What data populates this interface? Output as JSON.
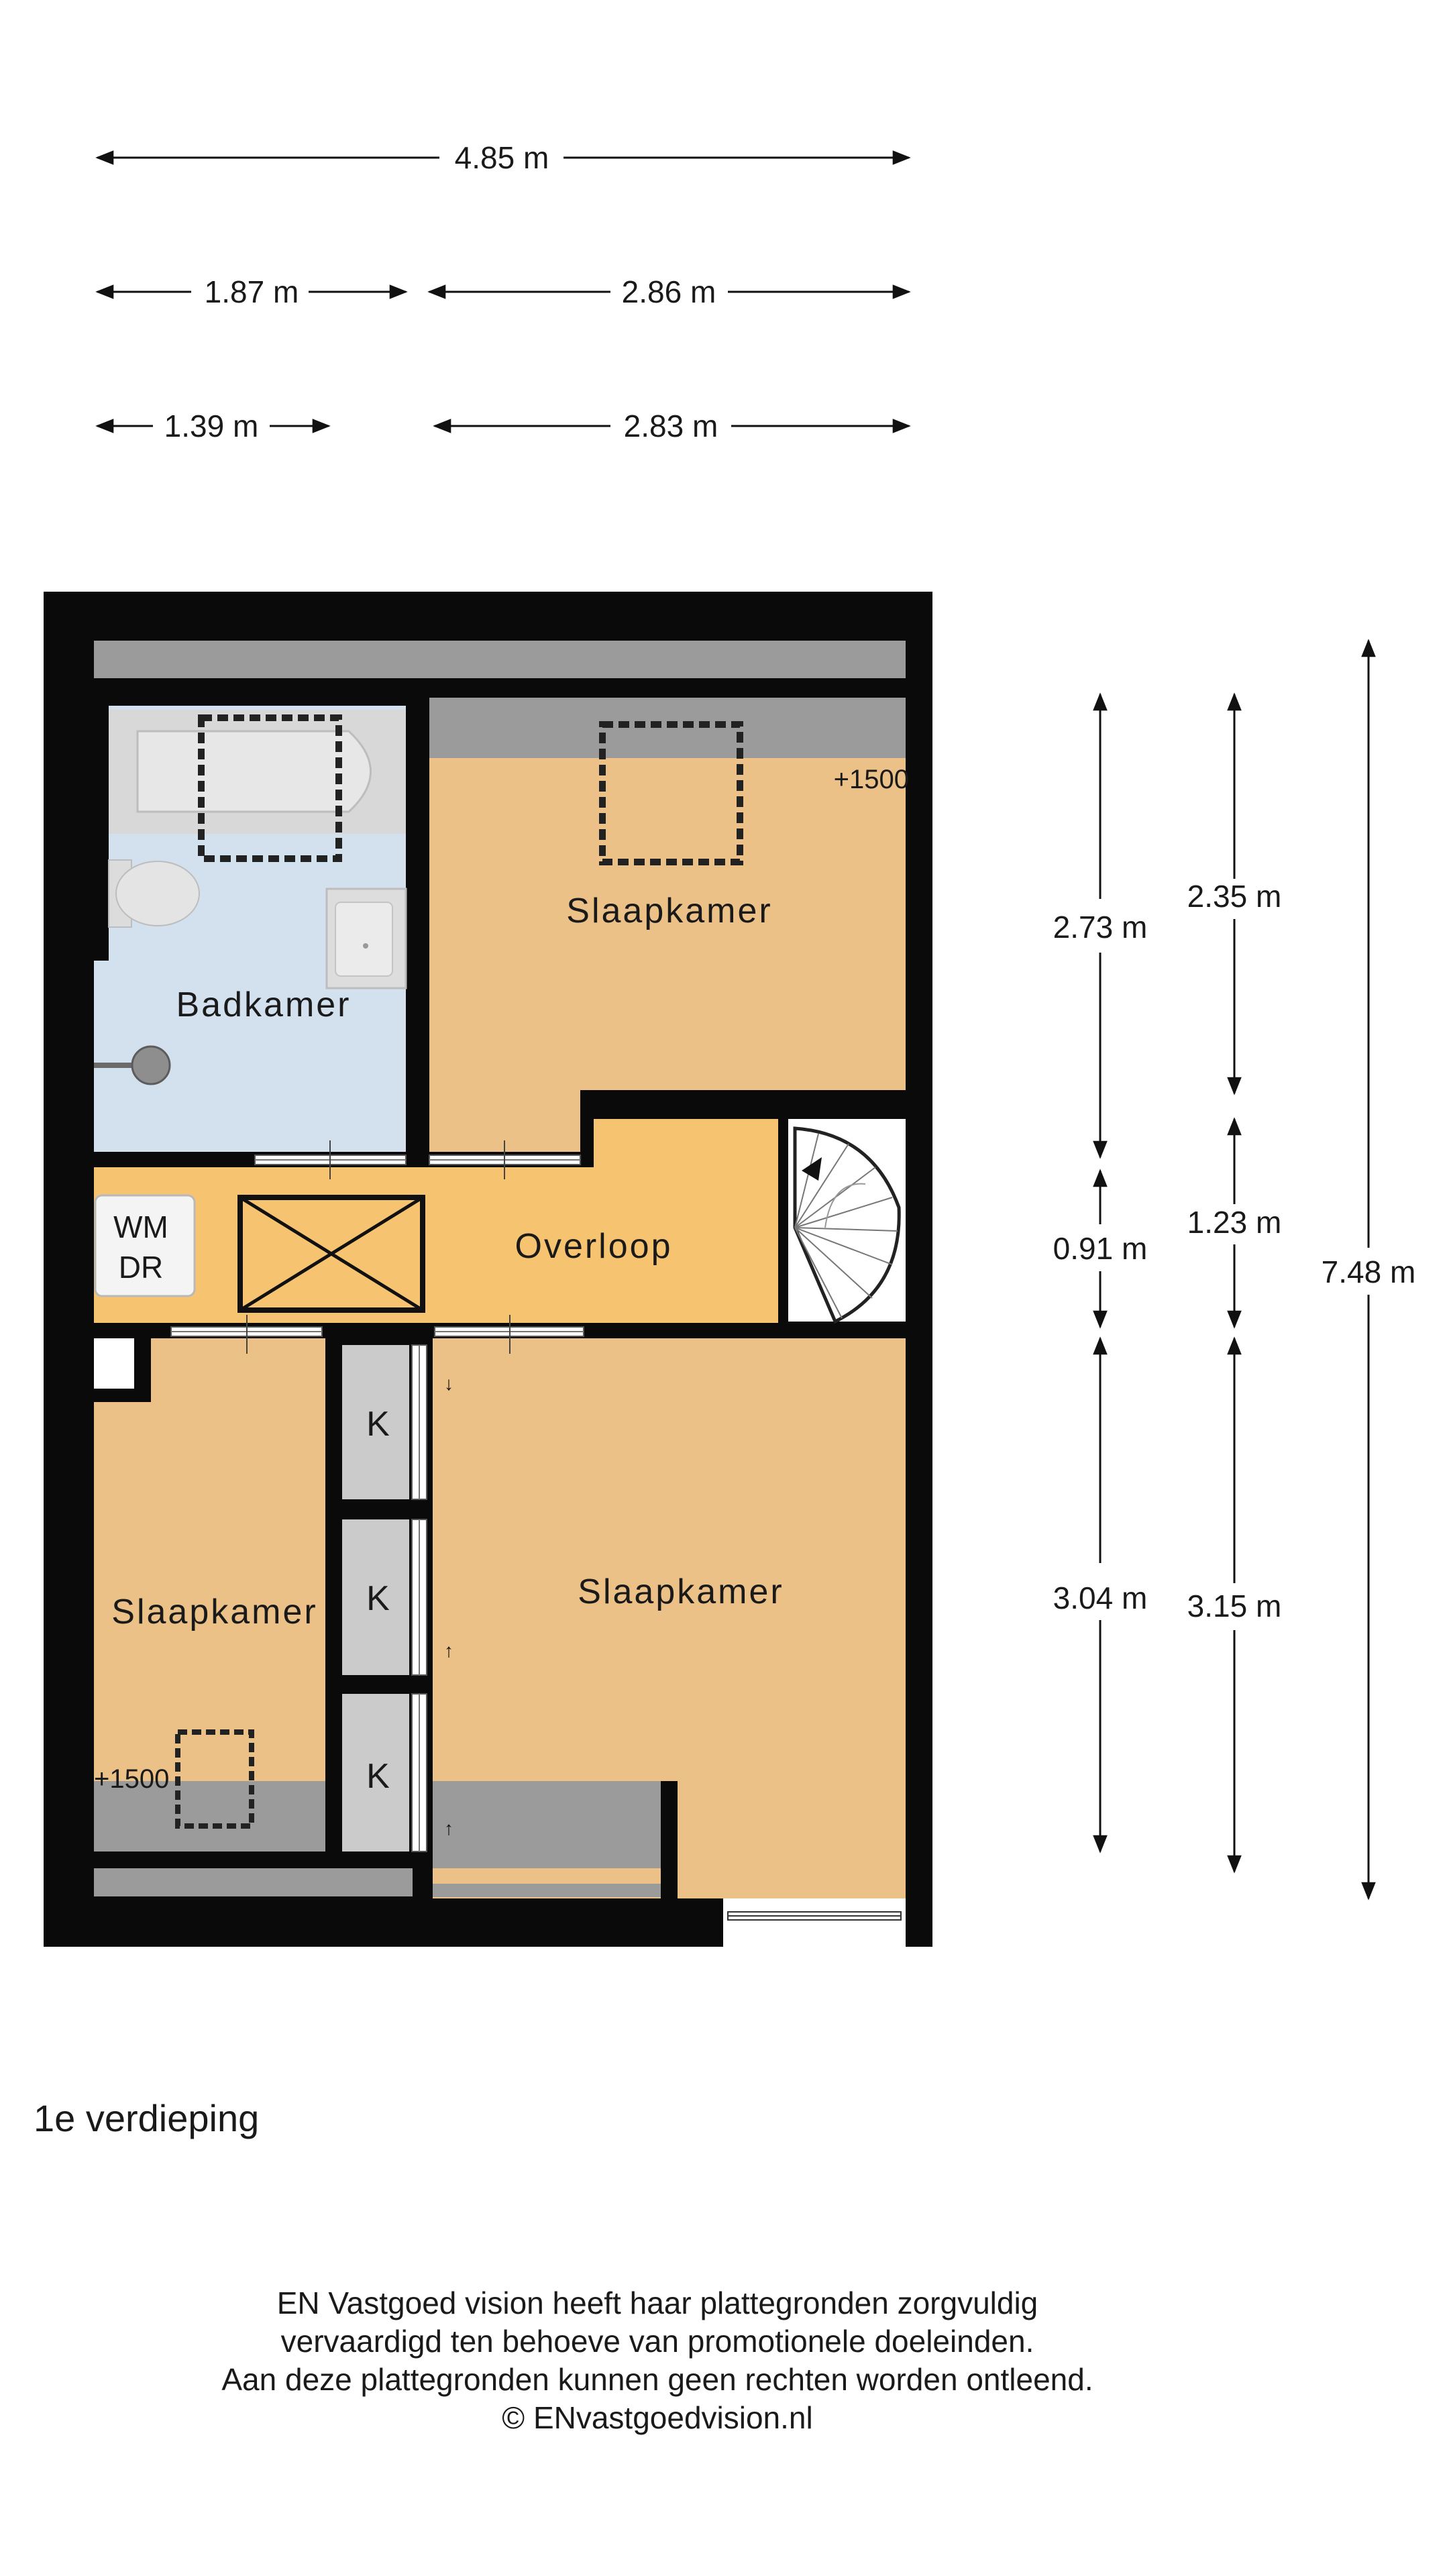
{
  "dimensions": {
    "total_width": "4.85 m",
    "width_top_left": "1.87 m",
    "width_top_right": "2.86 m",
    "width_inner_left": "1.39 m",
    "width_inner_right": "2.83 m",
    "depth_a_top": "2.73 m",
    "depth_a_mid": "0.91 m",
    "depth_a_bottom": "3.04 m",
    "depth_b_top": "2.35 m",
    "depth_b_mid": "1.23 m",
    "depth_b_bottom": "3.15 m",
    "total_depth": "7.48 m"
  },
  "rooms": {
    "bathroom": "Badkamer",
    "bedroom_top": "Slaapkamer",
    "landing": "Overloop",
    "bedroom_left": "Slaapkamer",
    "bedroom_right": "Slaapkamer",
    "closet_1": "K",
    "closet_2": "K",
    "closet_3": "K",
    "washer_line1": "WM",
    "washer_line2": "DR"
  },
  "annotations": {
    "height_top_right": "+1500",
    "height_left": "+1500"
  },
  "floor_title": "1e verdieping",
  "disclaimer": [
    "EN Vastgoed vision heeft haar plattegronden zorgvuldig",
    "vervaardigd ten behoeve van promotionele doeleinden.",
    "Aan deze plattegronden kunnen geen rechten worden ontleend.",
    "© ENvastgoedvision.nl"
  ],
  "colors": {
    "wall": "#0a0a0a",
    "room_warm": "#ecc187",
    "landing": "#f6c370",
    "bathroom": "#d3e0ee",
    "slope": "#9b9b9b",
    "closet": "#cbcbcb",
    "fixture": "#d8d8d8"
  }
}
